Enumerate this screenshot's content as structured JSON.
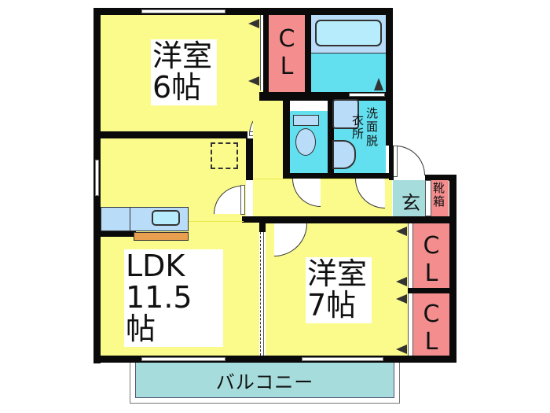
{
  "floor_plan": {
    "rooms": {
      "western_room_6": {
        "name": "洋室",
        "size": "6帖"
      },
      "ldk": {
        "name": "LDK",
        "size": "11.5帖"
      },
      "western_room_7": {
        "name": "洋室",
        "size": "7帖"
      },
      "balcony": {
        "name": "バルコニー"
      },
      "closet_top": {
        "label_line1": "C",
        "label_line2": "L"
      },
      "closet_mid": {
        "label_line1": "C",
        "label_line2": "L"
      },
      "closet_bottom": {
        "label_line1": "C",
        "label_line2": "L"
      },
      "washroom": {
        "line1": "洗",
        "line2": "面",
        "line3": "脱",
        "col2_line1": "衣",
        "col2_line2": "所"
      },
      "entrance": {
        "name": "玄"
      },
      "shoe_box": {
        "line1": "靴",
        "line2": "箱"
      }
    },
    "colors": {
      "wall": "#0a0a0a",
      "room": "#fbfb8c",
      "closet": "#f48e8e",
      "wet_area": "#62e0ef",
      "fixture": "#b9dcf8",
      "balcony": "#a6dcdc",
      "counter": "#e8a050"
    }
  }
}
